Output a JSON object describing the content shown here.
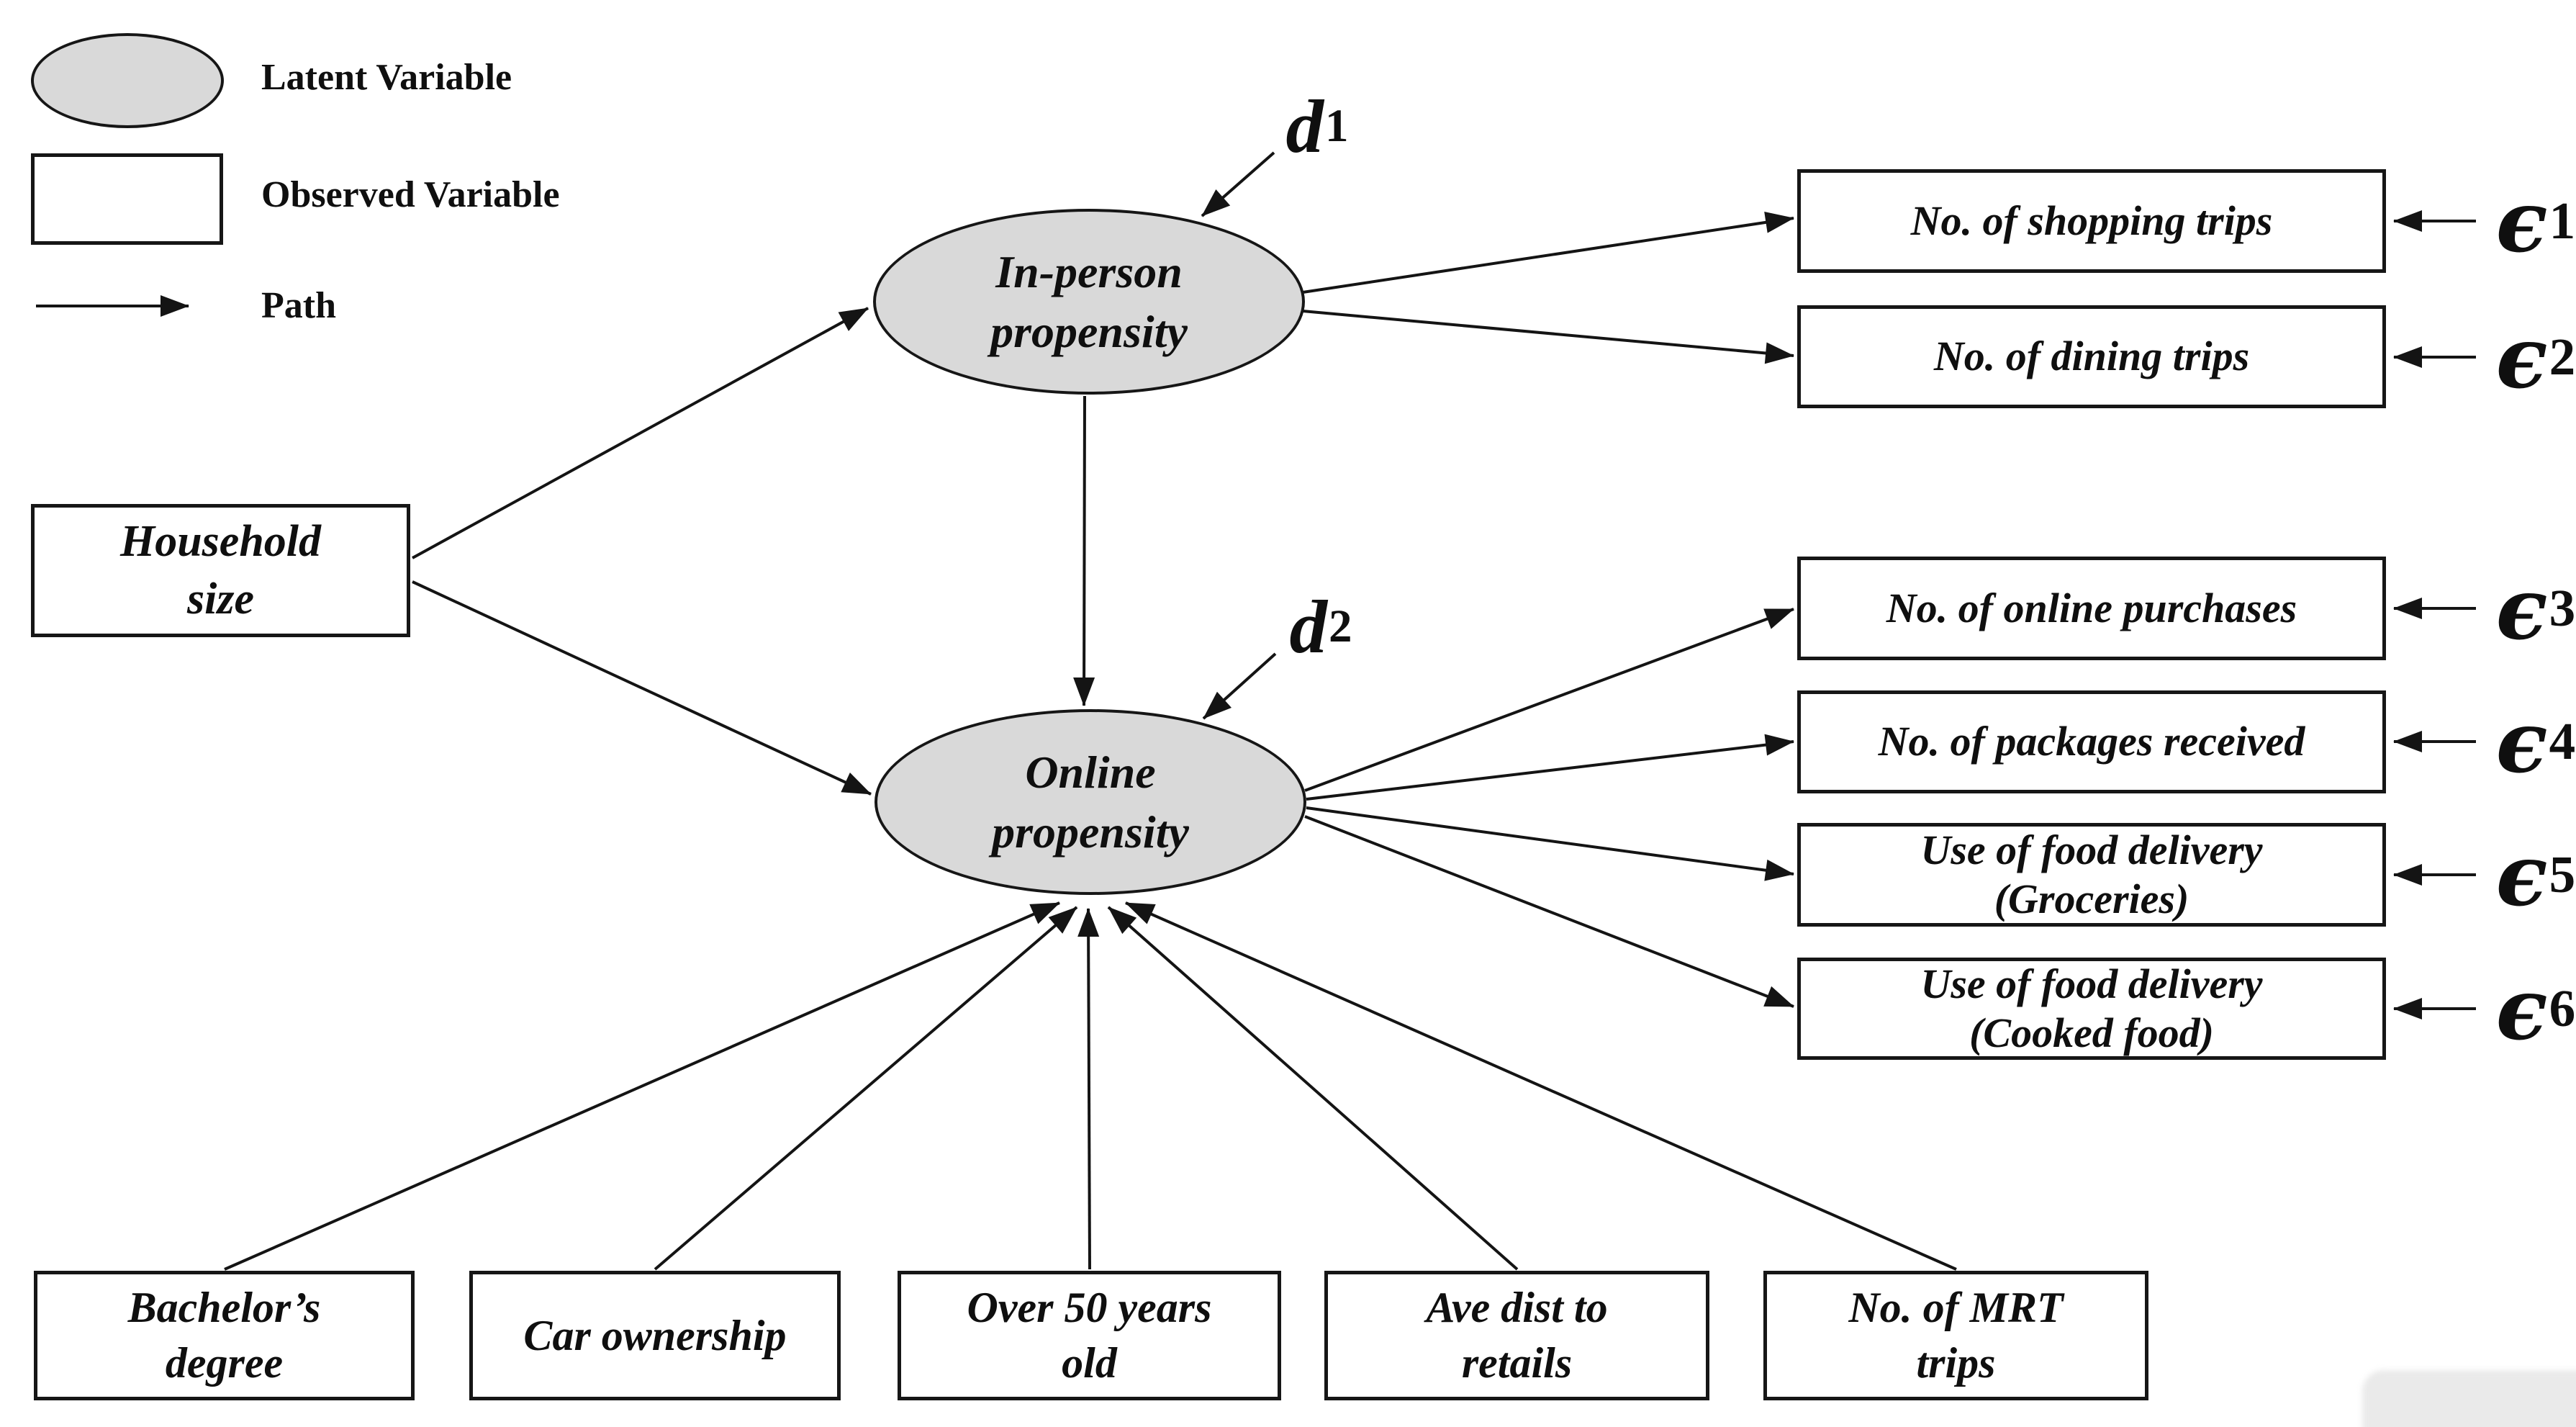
{
  "palette": {
    "latent_fill": "#d9d9d9",
    "line_color": "#141414",
    "text_color": "#0f0f0f",
    "overlay_gray": "#eaeaea"
  },
  "legend": {
    "latent_label": "Latent Variable",
    "observed_label": "Observed Variable",
    "path_label": "Path"
  },
  "nodes": {
    "household": {
      "line1": "Household",
      "line2": "size"
    },
    "inperson": {
      "line1": "In-person",
      "line2": "propensity"
    },
    "online": {
      "line1": "Online",
      "line2": "propensity"
    }
  },
  "disturbances": {
    "d1": {
      "symbol": "d",
      "sub": "1"
    },
    "d2": {
      "symbol": "d",
      "sub": "2"
    }
  },
  "indicators": [
    {
      "line1": "No. of shopping trips",
      "line2": "",
      "err_symbol": "ϵ",
      "err_sub": "1"
    },
    {
      "line1": "No. of dining trips",
      "line2": "",
      "err_symbol": "ϵ",
      "err_sub": "2"
    },
    {
      "line1": "No. of online purchases",
      "line2": "",
      "err_symbol": "ϵ",
      "err_sub": "3"
    },
    {
      "line1": "No. of packages received",
      "line2": "",
      "err_symbol": "ϵ",
      "err_sub": "4"
    },
    {
      "line1": "Use of food delivery",
      "line2": "(Groceries)",
      "err_symbol": "ϵ",
      "err_sub": "5"
    },
    {
      "line1": "Use of food delivery",
      "line2": "(Cooked food)",
      "err_symbol": "ϵ",
      "err_sub": "6"
    }
  ],
  "predictors": [
    {
      "line1": "Bachelor’s",
      "line2": "degree"
    },
    {
      "line1": "Car ownership",
      "line2": ""
    },
    {
      "line1": "Over 50 years",
      "line2": "old"
    },
    {
      "line1": "Ave dist to",
      "line2": "retails"
    },
    {
      "line1": "No. of MRT",
      "line2": "trips"
    }
  ]
}
